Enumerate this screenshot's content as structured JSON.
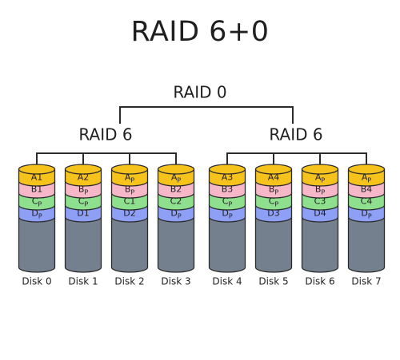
{
  "title": "RAID 6+0",
  "top_label": "RAID 0",
  "colors": {
    "a_row": "#f6c21c",
    "b_row": "#f6b8c8",
    "c_row": "#8ee08e",
    "d_row": "#8e9ff6",
    "disk_body": "#75808f",
    "stroke": "#2b2b2b",
    "line": "#2b2b2b",
    "text": "#1f1f1f"
  },
  "groups": [
    {
      "label": "RAID 6",
      "disks": [
        {
          "name": "Disk 0",
          "blocks": [
            {
              "t": "A1"
            },
            {
              "t": "B1"
            },
            {
              "t": "C",
              "sub": "P"
            },
            {
              "t": "D",
              "sub": "P"
            }
          ]
        },
        {
          "name": "Disk 1",
          "blocks": [
            {
              "t": "A2"
            },
            {
              "t": "B",
              "sub": "P"
            },
            {
              "t": "C",
              "sub": "P"
            },
            {
              "t": "D1"
            }
          ]
        },
        {
          "name": "Disk 2",
          "blocks": [
            {
              "t": "A",
              "sub": "P"
            },
            {
              "t": "B",
              "sub": "P"
            },
            {
              "t": "C1"
            },
            {
              "t": "D2"
            }
          ]
        },
        {
          "name": "Disk 3",
          "blocks": [
            {
              "t": "A",
              "sub": "P"
            },
            {
              "t": "B2"
            },
            {
              "t": "C2"
            },
            {
              "t": "D",
              "sub": "P"
            }
          ]
        }
      ]
    },
    {
      "label": "RAID 6",
      "disks": [
        {
          "name": "Disk 4",
          "blocks": [
            {
              "t": "A3"
            },
            {
              "t": "B3"
            },
            {
              "t": "C",
              "sub": "P"
            },
            {
              "t": "D",
              "sub": "P"
            }
          ]
        },
        {
          "name": "Disk 5",
          "blocks": [
            {
              "t": "A4"
            },
            {
              "t": "B",
              "sub": "P"
            },
            {
              "t": "C",
              "sub": "P"
            },
            {
              "t": "D3"
            }
          ]
        },
        {
          "name": "Disk 6",
          "blocks": [
            {
              "t": "A",
              "sub": "P"
            },
            {
              "t": "B",
              "sub": "P"
            },
            {
              "t": "C3"
            },
            {
              "t": "D4"
            }
          ]
        },
        {
          "name": "Disk 7",
          "blocks": [
            {
              "t": "A",
              "sub": "P"
            },
            {
              "t": "B4"
            },
            {
              "t": "C4"
            },
            {
              "t": "D",
              "sub": "P"
            }
          ]
        }
      ]
    }
  ]
}
